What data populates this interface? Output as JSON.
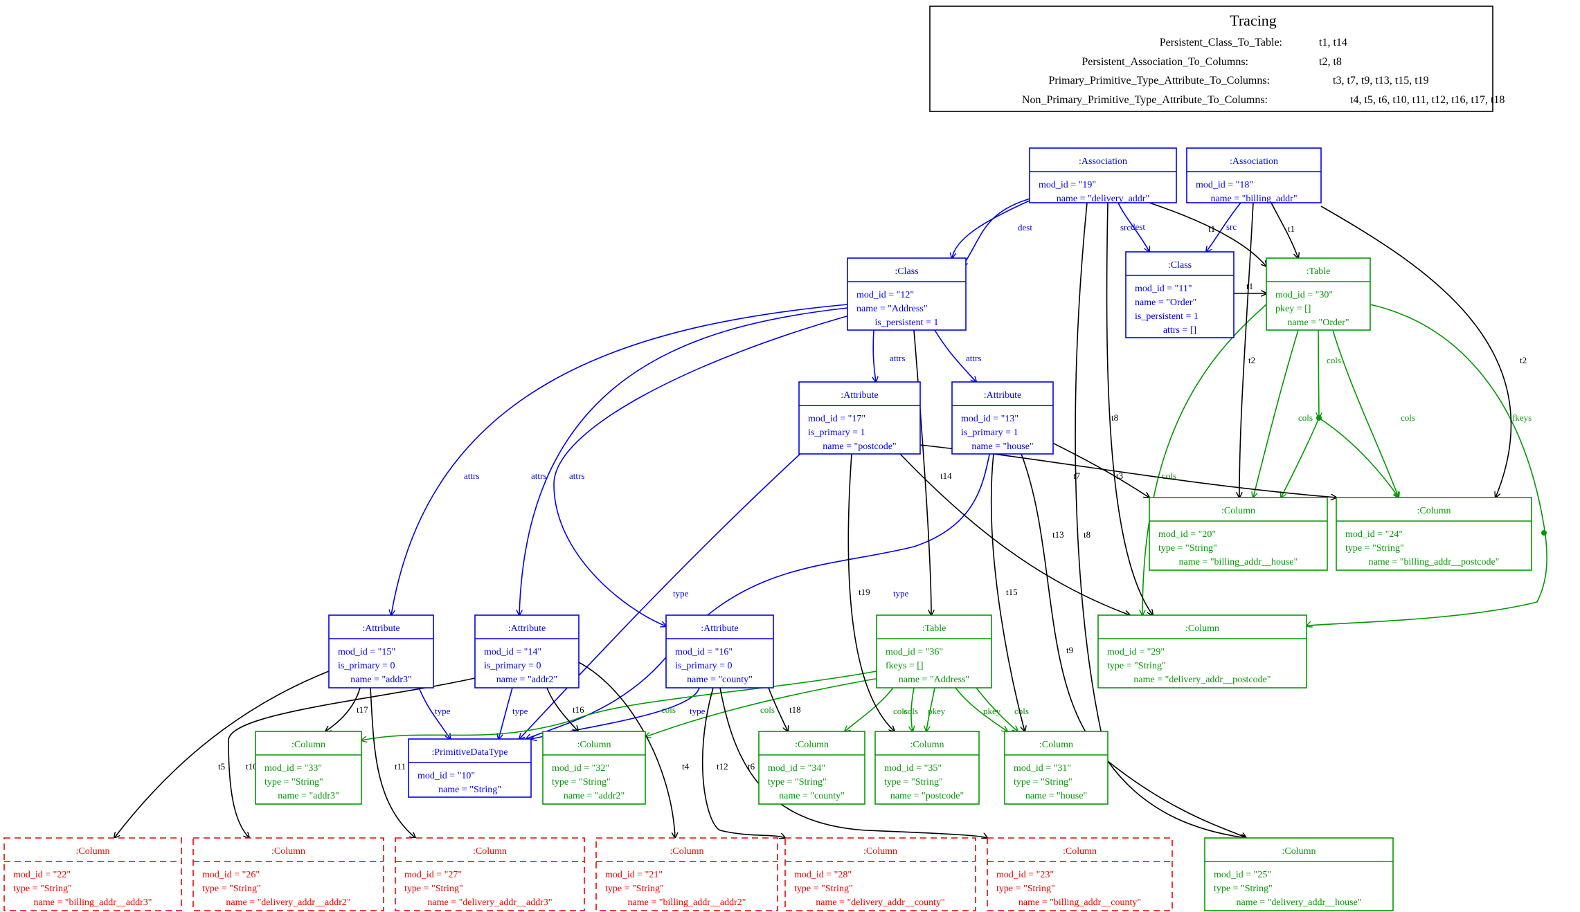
{
  "tracing": {
    "title": "Tracing",
    "rows": [
      {
        "rule": "Persistent_Class_To_Table:",
        "traces": "t1, t14"
      },
      {
        "rule": "Persistent_Association_To_Columns:",
        "traces": "t2, t8"
      },
      {
        "rule": "Primary_Primitive_Type_Attribute_To_Columns:",
        "traces": "t3, t7, t9, t13, t15, t19"
      },
      {
        "rule": "Non_Primary_Primitive_Type_Attribute_To_Columns:",
        "traces": "t4, t5, t6, t10, t11, t12, t16, t17, t18"
      }
    ]
  },
  "colors": {
    "source": "#0000ee",
    "target": "#009900",
    "missing": "#ee0000",
    "trace": "#000000"
  },
  "nodes": [
    {
      "id": "a19",
      "kind": "source",
      "title": ":Association",
      "attrs": [
        "mod_id = \"19\"",
        "name = \"delivery_addr\""
      ]
    },
    {
      "id": "a18",
      "kind": "source",
      "title": ":Association",
      "attrs": [
        "mod_id = \"18\"",
        "name = \"billing_addr\""
      ]
    },
    {
      "id": "c12",
      "kind": "source",
      "title": ":Class",
      "attrs": [
        "mod_id = \"12\"",
        "name = \"Address\"",
        "is_persistent = 1"
      ]
    },
    {
      "id": "c11",
      "kind": "source",
      "title": ":Class",
      "attrs": [
        "mod_id = \"11\"",
        "name = \"Order\"",
        "is_persistent = 1",
        "attrs = []"
      ]
    },
    {
      "id": "t30",
      "kind": "target",
      "title": ":Table",
      "attrs": [
        "mod_id = \"30\"",
        "pkey = []",
        "name = \"Order\""
      ]
    },
    {
      "id": "at17",
      "kind": "source",
      "title": ":Attribute",
      "attrs": [
        "mod_id = \"17\"",
        "is_primary = 1",
        "name = \"postcode\""
      ]
    },
    {
      "id": "at13",
      "kind": "source",
      "title": ":Attribute",
      "attrs": [
        "mod_id = \"13\"",
        "is_primary = 1",
        "name = \"house\""
      ]
    },
    {
      "id": "col20",
      "kind": "target",
      "title": ":Column",
      "attrs": [
        "mod_id = \"20\"",
        "type = \"String\"",
        "name = \"billing_addr__house\""
      ]
    },
    {
      "id": "col24",
      "kind": "target",
      "title": ":Column",
      "attrs": [
        "mod_id = \"24\"",
        "type = \"String\"",
        "name = \"billing_addr__postcode\""
      ]
    },
    {
      "id": "at15",
      "kind": "source",
      "title": ":Attribute",
      "attrs": [
        "mod_id = \"15\"",
        "is_primary = 0",
        "name = \"addr3\""
      ]
    },
    {
      "id": "at14",
      "kind": "source",
      "title": ":Attribute",
      "attrs": [
        "mod_id = \"14\"",
        "is_primary = 0",
        "name = \"addr2\""
      ]
    },
    {
      "id": "at16",
      "kind": "source",
      "title": ":Attribute",
      "attrs": [
        "mod_id = \"16\"",
        "is_primary = 0",
        "name = \"county\""
      ]
    },
    {
      "id": "t36",
      "kind": "target",
      "title": ":Table",
      "attrs": [
        "mod_id = \"36\"",
        "fkeys = []",
        "name = \"Address\""
      ]
    },
    {
      "id": "col29",
      "kind": "target",
      "title": ":Column",
      "attrs": [
        "mod_id = \"29\"",
        "type = \"String\"",
        "name = \"delivery_addr__postcode\""
      ]
    },
    {
      "id": "col33",
      "kind": "target",
      "title": ":Column",
      "attrs": [
        "mod_id = \"33\"",
        "type = \"String\"",
        "name = \"addr3\""
      ]
    },
    {
      "id": "pdt10",
      "kind": "source",
      "title": ":PrimitiveDataType",
      "attrs": [
        "mod_id = \"10\"",
        "name = \"String\""
      ]
    },
    {
      "id": "col32",
      "kind": "target",
      "title": ":Column",
      "attrs": [
        "mod_id = \"32\"",
        "type = \"String\"",
        "name = \"addr2\""
      ]
    },
    {
      "id": "col34",
      "kind": "target",
      "title": ":Column",
      "attrs": [
        "mod_id = \"34\"",
        "type = \"String\"",
        "name = \"county\""
      ]
    },
    {
      "id": "col35",
      "kind": "target",
      "title": ":Column",
      "attrs": [
        "mod_id = \"35\"",
        "type = \"String\"",
        "name = \"postcode\""
      ]
    },
    {
      "id": "col31",
      "kind": "target",
      "title": ":Column",
      "attrs": [
        "mod_id = \"31\"",
        "type = \"String\"",
        "name = \"house\""
      ]
    },
    {
      "id": "col22",
      "kind": "missing",
      "title": ":Column",
      "attrs": [
        "mod_id = \"22\"",
        "type = \"String\"",
        "name = \"billing_addr__addr3\""
      ]
    },
    {
      "id": "col26",
      "kind": "missing",
      "title": ":Column",
      "attrs": [
        "mod_id = \"26\"",
        "type = \"String\"",
        "name = \"delivery_addr__addr2\""
      ]
    },
    {
      "id": "col27",
      "kind": "missing",
      "title": ":Column",
      "attrs": [
        "mod_id = \"27\"",
        "type = \"String\"",
        "name = \"delivery_addr__addr3\""
      ]
    },
    {
      "id": "col21",
      "kind": "missing",
      "title": ":Column",
      "attrs": [
        "mod_id = \"21\"",
        "type = \"String\"",
        "name = \"billing_addr__addr2\""
      ]
    },
    {
      "id": "col28",
      "kind": "missing",
      "title": ":Column",
      "attrs": [
        "mod_id = \"28\"",
        "type = \"String\"",
        "name = \"delivery_addr__county\""
      ]
    },
    {
      "id": "col23",
      "kind": "missing",
      "title": ":Column",
      "attrs": [
        "mod_id = \"23\"",
        "type = \"String\"",
        "name = \"billing_addr__county\""
      ]
    },
    {
      "id": "col25",
      "kind": "target",
      "title": ":Column",
      "attrs": [
        "mod_id = \"25\"",
        "type = \"String\"",
        "name = \"delivery_addr__house\""
      ]
    }
  ],
  "edges": [
    {
      "label": "dest",
      "kind": "source"
    },
    {
      "label": "dest",
      "kind": "source"
    },
    {
      "label": "src",
      "kind": "source"
    },
    {
      "label": "src",
      "kind": "source"
    },
    {
      "label": "attrs",
      "kind": "source"
    },
    {
      "label": "attrs",
      "kind": "source"
    },
    {
      "label": "attrs",
      "kind": "source"
    },
    {
      "label": "attrs",
      "kind": "source"
    },
    {
      "label": "attrs",
      "kind": "source"
    },
    {
      "label": "type",
      "kind": "source"
    },
    {
      "label": "type",
      "kind": "source"
    },
    {
      "label": "type",
      "kind": "source"
    },
    {
      "label": "type",
      "kind": "source"
    },
    {
      "label": "type",
      "kind": "source"
    },
    {
      "label": "fkeys",
      "kind": "target"
    },
    {
      "label": "cols",
      "kind": "target"
    },
    {
      "label": "cols",
      "kind": "target"
    },
    {
      "label": "cols",
      "kind": "target"
    },
    {
      "label": "fkeys",
      "kind": "target"
    },
    {
      "label": "cols",
      "kind": "target"
    },
    {
      "label": "cols",
      "kind": "target"
    },
    {
      "label": "cols",
      "kind": "target"
    },
    {
      "label": "cols",
      "kind": "target"
    },
    {
      "label": "cols",
      "kind": "target"
    },
    {
      "label": "cols",
      "kind": "target"
    },
    {
      "label": "pkey",
      "kind": "target"
    },
    {
      "label": "pkey",
      "kind": "target"
    },
    {
      "label": "cols",
      "kind": "target"
    },
    {
      "label": "t1",
      "kind": "trace"
    },
    {
      "label": "t1",
      "kind": "trace"
    },
    {
      "label": "t1",
      "kind": "trace"
    },
    {
      "label": "t2",
      "kind": "trace"
    },
    {
      "label": "t2",
      "kind": "trace"
    },
    {
      "label": "t8",
      "kind": "trace"
    },
    {
      "label": "t8",
      "kind": "trace"
    },
    {
      "label": "t14",
      "kind": "trace"
    },
    {
      "label": "t7",
      "kind": "trace"
    },
    {
      "label": "t3",
      "kind": "trace"
    },
    {
      "label": "t13",
      "kind": "trace"
    },
    {
      "label": "t15",
      "kind": "trace"
    },
    {
      "label": "t19",
      "kind": "trace"
    },
    {
      "label": "t9",
      "kind": "trace"
    },
    {
      "label": "t17",
      "kind": "trace"
    },
    {
      "label": "t5",
      "kind": "trace"
    },
    {
      "label": "t10",
      "kind": "trace"
    },
    {
      "label": "t11",
      "kind": "trace"
    },
    {
      "label": "t16",
      "kind": "trace"
    },
    {
      "label": "t4",
      "kind": "trace"
    },
    {
      "label": "t12",
      "kind": "trace"
    },
    {
      "label": "t6",
      "kind": "trace"
    },
    {
      "label": "t18",
      "kind": "trace"
    }
  ]
}
